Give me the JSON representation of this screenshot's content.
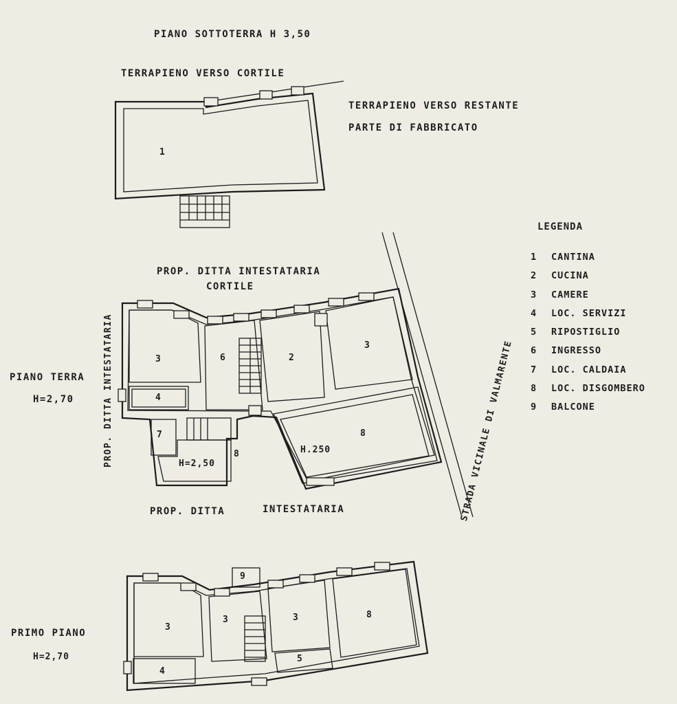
{
  "basement": {
    "title": "PIANO SOTTOTERRA H 3,50",
    "note_top": "TERRAPIENO VERSO CORTILE",
    "note_right_line1": "TERRAPIENO VERSO RESTANTE",
    "note_right_line2": "PARTE DI FABBRICATO",
    "rooms": [
      "1"
    ]
  },
  "ground": {
    "title": "PIANO TERRA",
    "height": "H=2,70",
    "note_top_line1": "PROP. DITTA INTESTATARIA",
    "note_top_line2": "CORTILE",
    "note_left": "PROP. DITTA INTESTATARIA",
    "note_bottom_a": "PROP. DITTA",
    "note_bottom_b": "INTESTATARIA",
    "road": "STRADA VICINALE DI VALMARENTE",
    "height_low": "H=2,50",
    "height_low2": "H.250",
    "rooms": [
      "3",
      "6",
      "2",
      "3",
      "4",
      "7",
      "8",
      "8"
    ]
  },
  "first": {
    "title": "PRIMO PIANO",
    "height": "H=2,70",
    "rooms": [
      "3",
      "3",
      "3",
      "8",
      "4",
      "5",
      "9"
    ]
  },
  "legend": {
    "title": "LEGENDA",
    "items": [
      {
        "num": "1",
        "label": "CANTINA"
      },
      {
        "num": "2",
        "label": "CUCINA"
      },
      {
        "num": "3",
        "label": "CAMERE"
      },
      {
        "num": "4",
        "label": "LOC. SERVIZI"
      },
      {
        "num": "5",
        "label": "RIPOSTIGLIO"
      },
      {
        "num": "6",
        "label": "INGRESSO"
      },
      {
        "num": "7",
        "label": "LOC. CALDAIA"
      },
      {
        "num": "8",
        "label": "LOC. DISGOMBERO"
      },
      {
        "num": "9",
        "label": "BALCONE"
      }
    ]
  }
}
